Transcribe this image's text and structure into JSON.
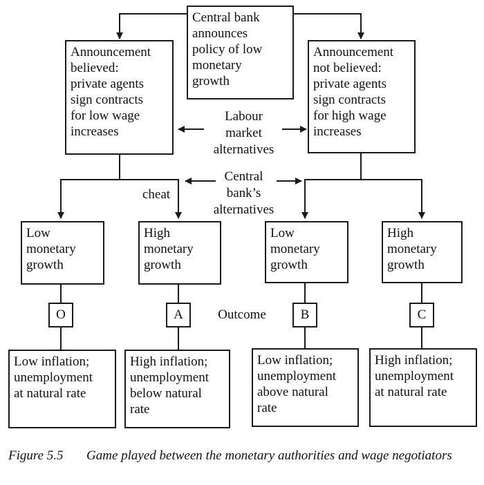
{
  "top": {
    "text": "Central bank\nannounces\npolicy of low\nmonetary\ngrowth"
  },
  "left_branch": {
    "text": "Announcement\nbelieved:\nprivate agents\nsign contracts\nfor low wage\nincreases"
  },
  "right_branch": {
    "text": "Announcement\nnot believed:\nprivate agents\nsign contracts\nfor high wage\nincreases"
  },
  "labels": {
    "labour": "Labour\nmarket\nalternatives",
    "central": "Central\nbank’s\nalternatives",
    "cheat": "cheat",
    "outcome": "Outcome"
  },
  "choices": [
    {
      "text": "Low\nmonetary\ngrowth",
      "outcome": "O",
      "result": "Low inflation;\nunemployment\nat natural rate"
    },
    {
      "text": "High\nmonetary\ngrowth",
      "outcome": "A",
      "result": "High inflation;\nunemployment\nbelow natural\nrate"
    },
    {
      "text": "Low\nmonetary\ngrowth",
      "outcome": "B",
      "result": "Low inflation;\nunemployment\nabove natural\nrate"
    },
    {
      "text": "High\nmonetary\ngrowth",
      "outcome": "C",
      "result": "High inflation;\nunemployment\nat natural rate"
    }
  ],
  "caption": {
    "number": "Figure 5.5",
    "text": "Game played between the monetary authorities and wage negotiators"
  }
}
